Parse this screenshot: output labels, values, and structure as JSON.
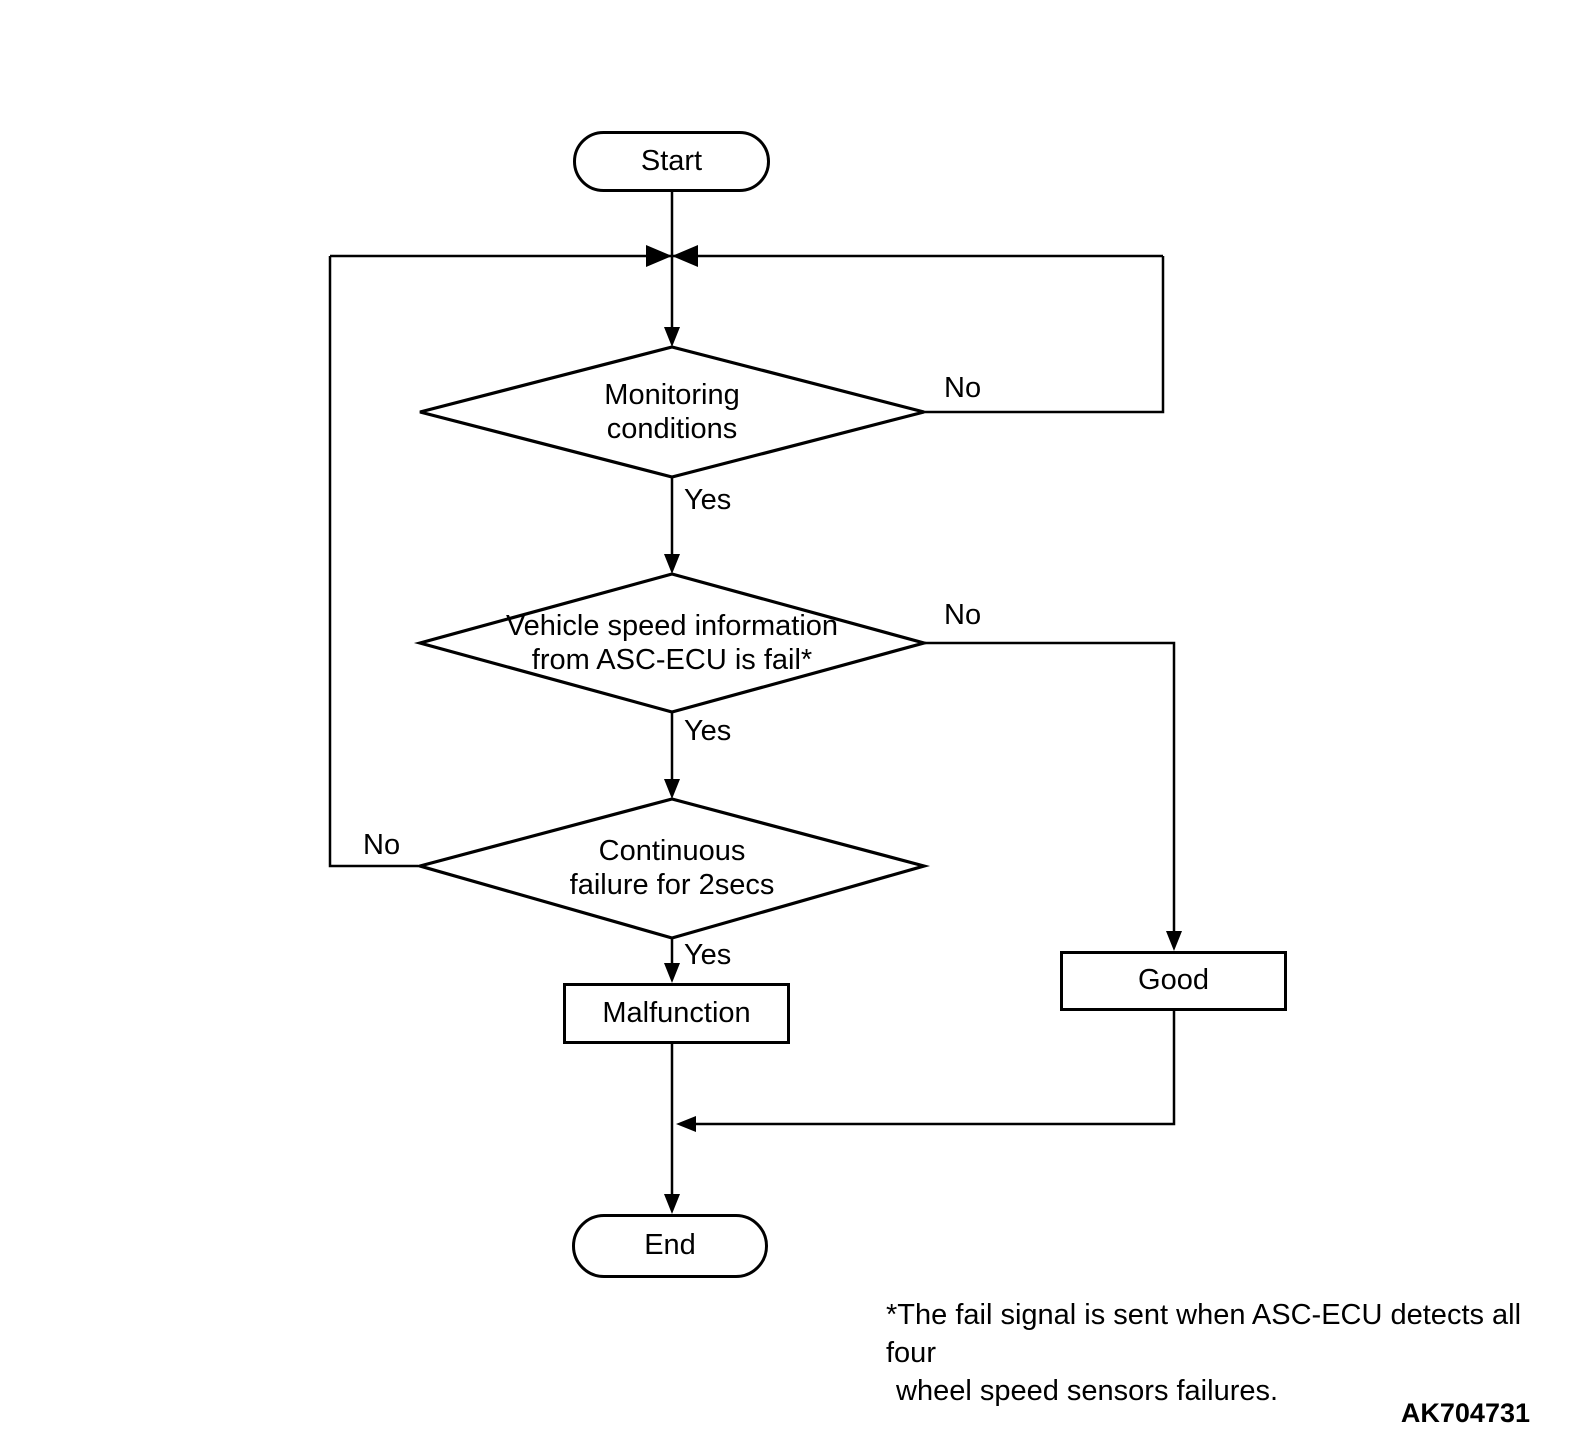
{
  "figure": {
    "code": "AK704731",
    "footnote_line1": "*The fail signal is sent when ASC-ECU detects all four",
    "footnote_line2": "wheel speed sensors failures."
  },
  "flowchart": {
    "start": {
      "label": "Start"
    },
    "decisions": {
      "monitoring": {
        "line1": "Monitoring",
        "line2": "conditions",
        "yes_label": "Yes",
        "no_label": "No"
      },
      "vehicle_speed": {
        "line1": "Vehicle speed information",
        "line2": "from ASC-ECU is fail*",
        "yes_label": "Yes",
        "no_label": "No"
      },
      "continuous_failure": {
        "line1": "Continuous",
        "line2": "failure for 2secs",
        "yes_label": "Yes",
        "no_label": "No"
      }
    },
    "outcomes": {
      "malfunction": {
        "label": "Malfunction"
      },
      "good": {
        "label": "Good"
      }
    },
    "end": {
      "label": "End"
    },
    "colors": {
      "line": "#000000",
      "background": "#ffffff"
    }
  }
}
